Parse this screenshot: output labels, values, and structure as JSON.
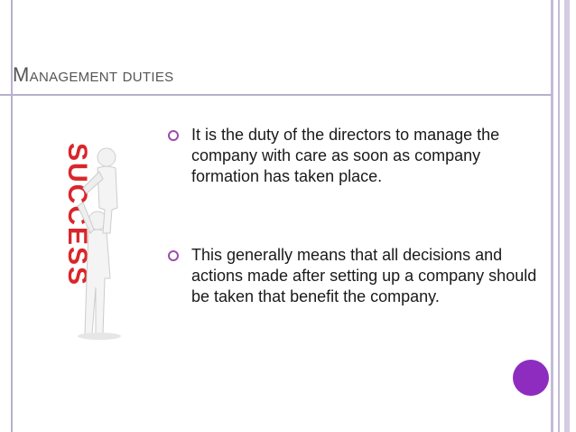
{
  "slide": {
    "title_first_letter": "M",
    "title_rest_word1": "ANAGEMENT",
    "title_word2": "DUTIES",
    "bullets": [
      "It is the duty of the directors to manage the company with care as soon as company formation has taken place.",
      "This generally means that all decisions and actions made after setting up a company should be taken that benefit the company."
    ],
    "illustration_word": "SUCCESS",
    "colors": {
      "title_text": "#555555",
      "bullet_marker": "#9b4dab",
      "accent_dot": "#8e2cc0",
      "rule_lines": "#b8b0cc",
      "illustration_letters": "#d9262a"
    }
  }
}
